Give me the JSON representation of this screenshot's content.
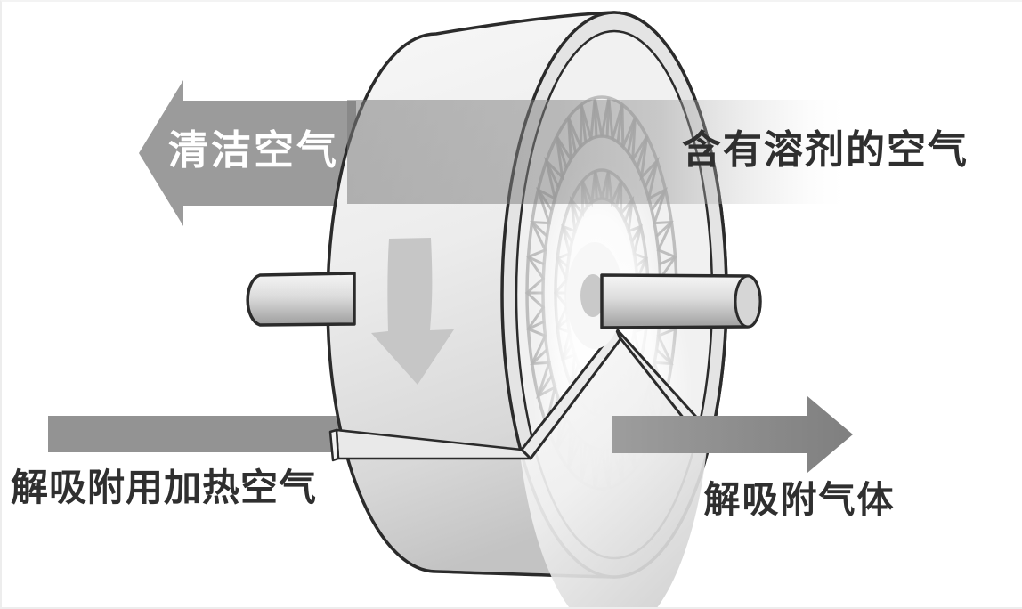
{
  "labels": {
    "clean_air": "清洁空气",
    "solvent_laden_air": "含有溶剂的空气",
    "desorption_heated_air": "解吸附用加热空气",
    "desorbed_gas": "解吸附气体"
  },
  "colors": {
    "clean_air_arrow": "#9b9b9b",
    "inlet_band": "#aeaeae",
    "heated_air_bar": "#939393",
    "desorbed_gas_arrow": "#8a8a8a",
    "rotation_arrow": "#c6c6c6",
    "outline": "#2b2b2b",
    "spokes": "#b6b6b6",
    "clean_air_label": "#ffffff",
    "dark_label": "#2f2f2f"
  },
  "icons": {
    "clean_air_arrow": "left-arrow-icon",
    "solvent_air_band": "flow-band-icon",
    "rotation_arrow": "down-arrow-icon",
    "desorbed_gas_arrow": "right-arrow-icon"
  }
}
